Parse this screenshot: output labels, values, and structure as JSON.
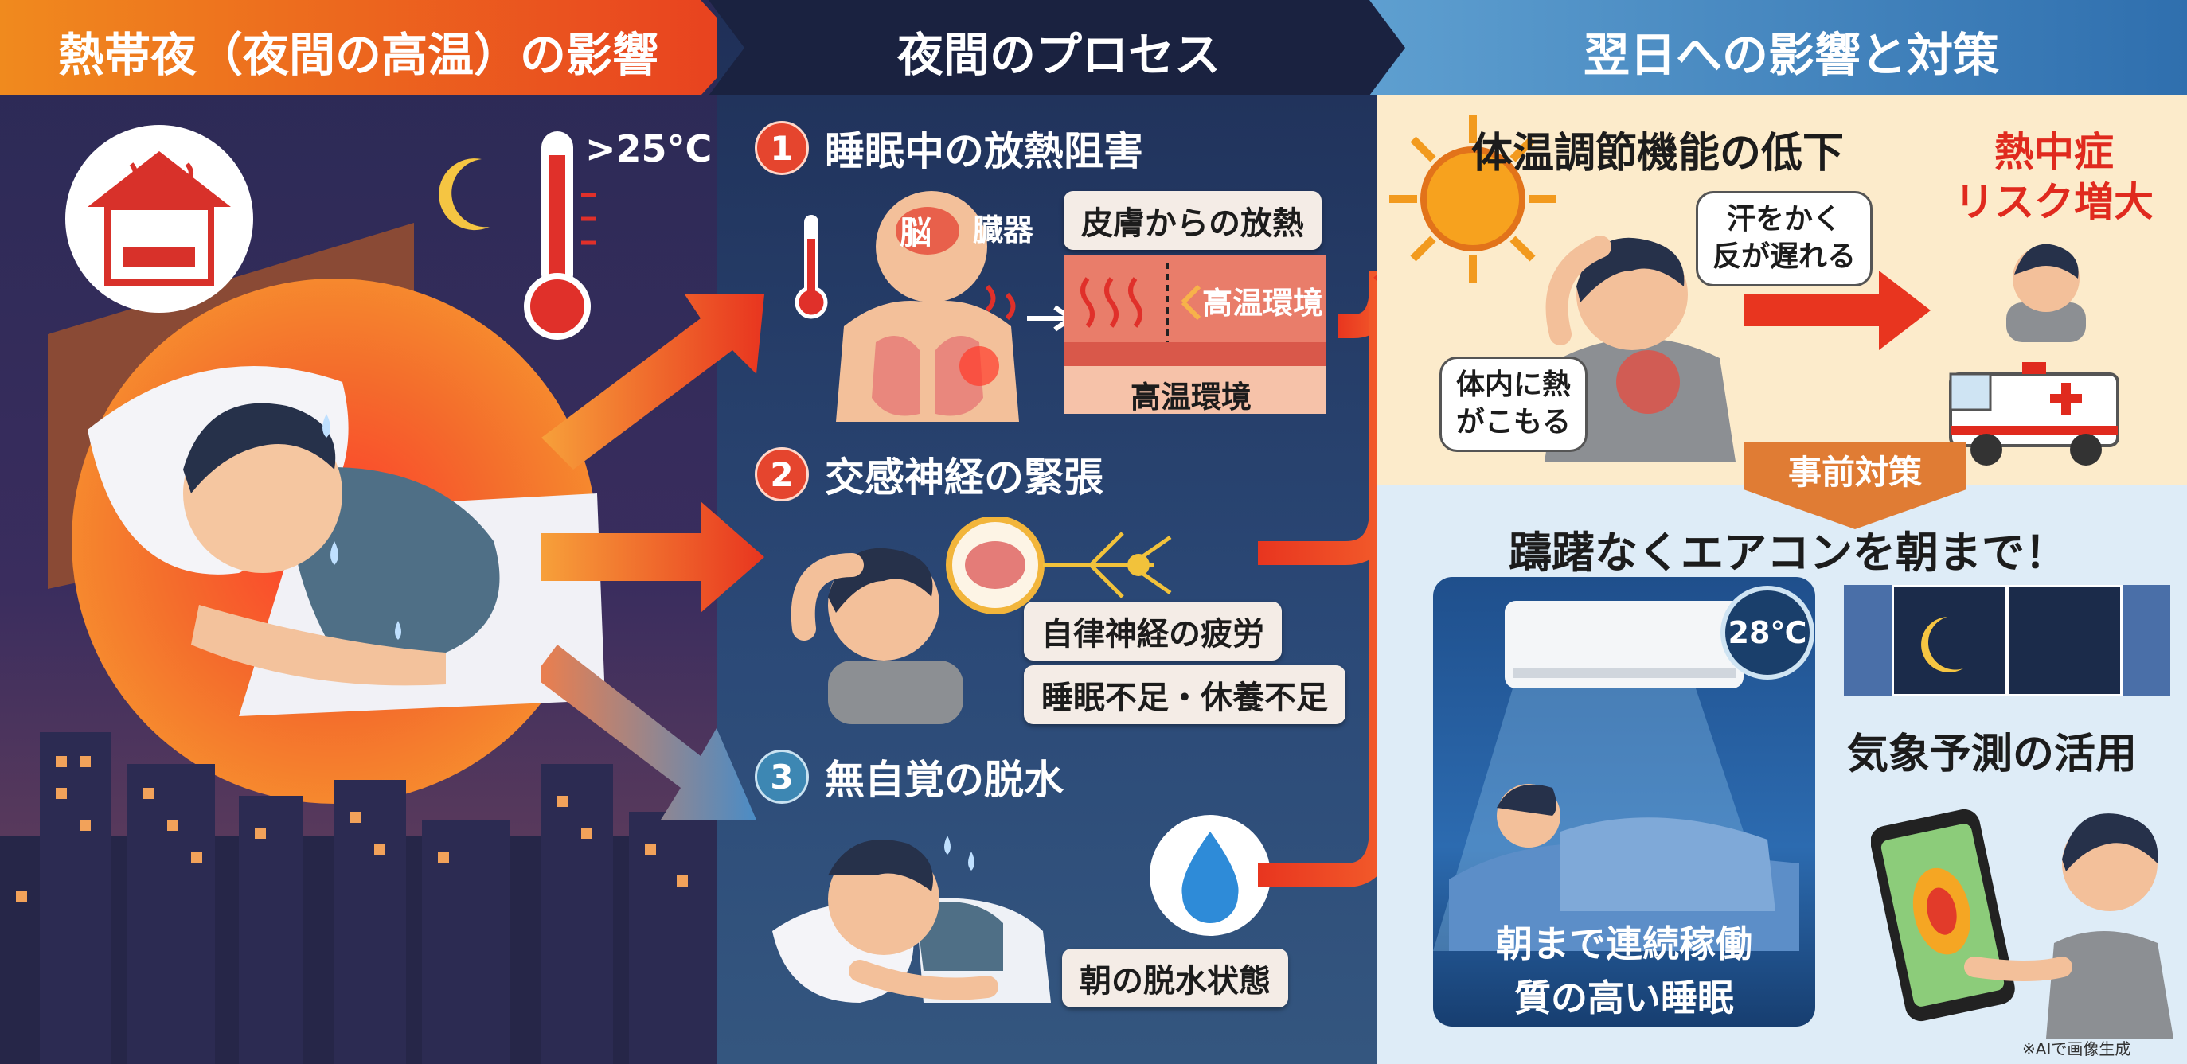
{
  "colors": {
    "orange": "#f07a23",
    "red": "#e23b2a",
    "navy": "#1f2a4a",
    "teal": "#3d87b3",
    "sky": "#d9eaf6",
    "cream": "#fbe7c4"
  },
  "icons": [
    "house-heat-icon",
    "moon-icon",
    "thermometer-icon",
    "sun-icon",
    "water-drop-icon",
    "brain-icon",
    "ambulance-icon",
    "air-conditioner-icon",
    "smartphone-icon"
  ],
  "sections": {
    "left": {
      "title": "熱帯夜（夜間の高温）の影響",
      "temperature": ">25°C"
    },
    "middle": {
      "title": "夜間のプロセス",
      "step1": {
        "number": "1",
        "title": "睡眠中の放熱阻害",
        "label_brain": "脳",
        "label_organs": "臓器",
        "label_skin": "皮膚からの放熱",
        "label_env1": "高温環境",
        "label_env2": "高温環境"
      },
      "step2": {
        "number": "2",
        "title": "交感神経の緊張",
        "label_fatigue": "自律神経の疲労",
        "label_sleep": "睡眠不足・休養不足"
      },
      "step3": {
        "number": "3",
        "title": "無自覚の脱水",
        "label_dehydration": "朝の脱水状態"
      }
    },
    "right": {
      "title": "翌日への影響と対策",
      "thermo_title": "体温調節機能の低下",
      "bubble_sweat": "汗をかく\n反が遅れる",
      "bubble_heat": "体内に熱\nがこもる",
      "risk": "熱中症\nリスク増大",
      "prevention": "事前対策",
      "ac_message": "躊躇なくエアコンを朝まで！",
      "ac_temp": "28℃",
      "ac_caption1": "朝まで連続稼働",
      "ac_caption2": "質の高い睡眠",
      "forecast_title": "気象予測の活用"
    }
  },
  "footnote": "※AIで画像生成"
}
